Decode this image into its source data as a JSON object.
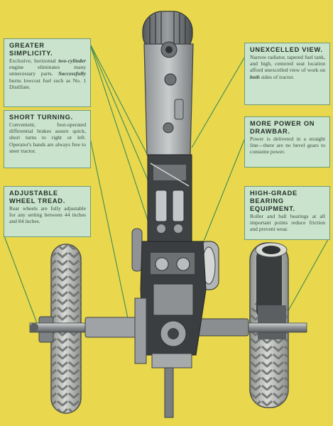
{
  "callouts": [
    {
      "heading": "GREATER SIMPLICITY.",
      "body_parts": [
        {
          "t": "Exclusive, horizontal "
        },
        {
          "t": "two-cylinder",
          "em": true
        },
        {
          "t": " engine eliminates many unnecessary parts. "
        },
        {
          "t": "Successfully",
          "em": true
        },
        {
          "t": " burns lowcost fuel such as No. 1 Distillate."
        }
      ]
    },
    {
      "heading": "SHORT TURNING.",
      "body_parts": [
        {
          "t": "Convenient, foot-operated differential brakes assure quick, short turns to right or left. Operator's hands are always free to steer tractor."
        }
      ]
    },
    {
      "heading": "ADJUSTABLE WHEEL TREAD.",
      "body_parts": [
        {
          "t": "Rear wheels are fully adjustable for any setting between 44 inches and 84 inches."
        }
      ]
    },
    {
      "heading": "UNEXCELLED VIEW.",
      "body_parts": [
        {
          "t": "Narrow radiator, tapered fuel tank, and high, centered seat location afford unexcelled view of work on "
        },
        {
          "t": "both",
          "em": true
        },
        {
          "t": " sides of tractor."
        }
      ]
    },
    {
      "heading": "MORE POWER ON DRAWBAR.",
      "body_parts": [
        {
          "t": "Power is delivered in a straight line—there are no bevel gears to consume power."
        }
      ]
    },
    {
      "heading": "HIGH-GRADE BEARING EQUIPMENT.",
      "body_parts": [
        {
          "t": "Roller and ball bearings at all important points reduce friction and prevent wear."
        }
      ]
    }
  ],
  "colors": {
    "background": "#e9d84e",
    "callout_fill": "#c9e3cc",
    "callout_border": "#6f9b78",
    "leader_line": "#3f8a56",
    "metal_dark": "#3f4244",
    "metal_mid": "#7d8285",
    "metal_light": "#b9bcbc",
    "tire": "#c4c6c2"
  }
}
